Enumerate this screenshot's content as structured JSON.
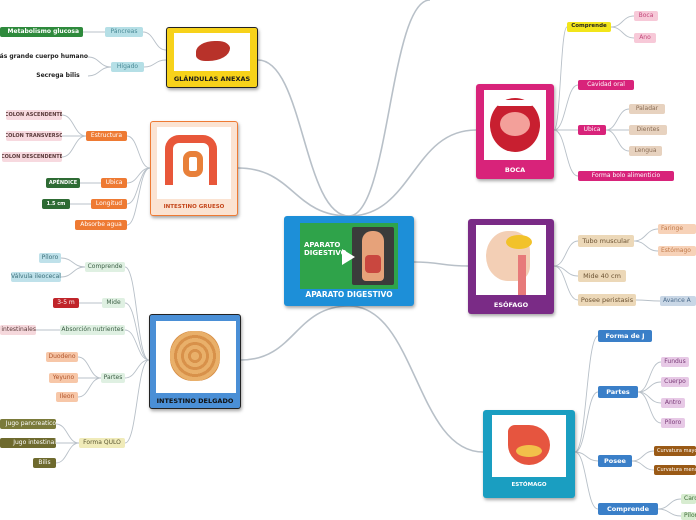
{
  "center": {
    "title": "APARATO DIGESTIVO",
    "slide_title": "APARATO DIGESTIVO"
  },
  "mains": {
    "glandulas": "GLÁNDULAS ANEXAS",
    "intestino_grueso": "INTESTINO GRUESO",
    "intestino_delgado": "INTESTINO DELGADO",
    "boca": "BOCA",
    "esofago": "ESÓFAGO",
    "estomago": "ESTÓMAGO"
  },
  "glandulas": {
    "pancreas": "Páncreas",
    "higado": "Hígado",
    "metabolismo": "Metabolismo glucosa",
    "grande": "Más grande cuerpo humano",
    "bilis": "Secrega bilis"
  },
  "grueso": {
    "estructura": "Estructura",
    "ascendente": "COLON ASCENDENTE",
    "transverso": "COLON TRANSVERSO",
    "descendente": "COLON DESCENDENTE",
    "ubica": "Ubica",
    "apendice": "APÉNDICE",
    "longitud": "Longitud",
    "longitud_val": "1.5 cm",
    "absorbe": "Absorbe agua"
  },
  "delgado": {
    "comprende": "Comprende",
    "piloro": "Píloro",
    "valvula": "Válvula ileocecal",
    "mide": "Mide",
    "mide_val": "3-5 m",
    "absorcion": "Absorción nutrientes",
    "paredes": "Paredes intestinales",
    "partes": "Partes",
    "duodeno": "Duodeno",
    "yeyuno": "Yeyuno",
    "ileon": "Ileon",
    "forma": "Forma QULO",
    "jugo_pancreatico": "Jugo pancreatico",
    "jugo_intestinal": "Jugo intestinal",
    "bilis": "Bilis"
  },
  "boca": {
    "comprende": "Comprende",
    "boca": "Boca",
    "ano": "Ano",
    "cavidad": "Cavidad oral",
    "ubica": "Ubica",
    "paladar": "Paladar",
    "dientes": "Dientes",
    "lengua": "Lengua",
    "forma_bolo": "Forma bolo alimenticio"
  },
  "esofago": {
    "tubo": "Tubo muscular",
    "faringe": "Faringe",
    "estomago": "Estómago",
    "mide": "Mide 40 cm",
    "posee": "Posee peristasis",
    "avance": "Avance A"
  },
  "estomago": {
    "forma": "Forma de J",
    "partes": "Partes",
    "fundus": "Fundus",
    "cuerpo": "Cuerpo",
    "antro": "Antro",
    "piloro": "Píloro",
    "posee": "Posee",
    "curvatura_mayor": "Curvatura mayor",
    "curvatura_menor": "Curvatura menor",
    "comprende": "Comprende",
    "cardias": "Cardias",
    "piloro2": "Píloro"
  }
}
